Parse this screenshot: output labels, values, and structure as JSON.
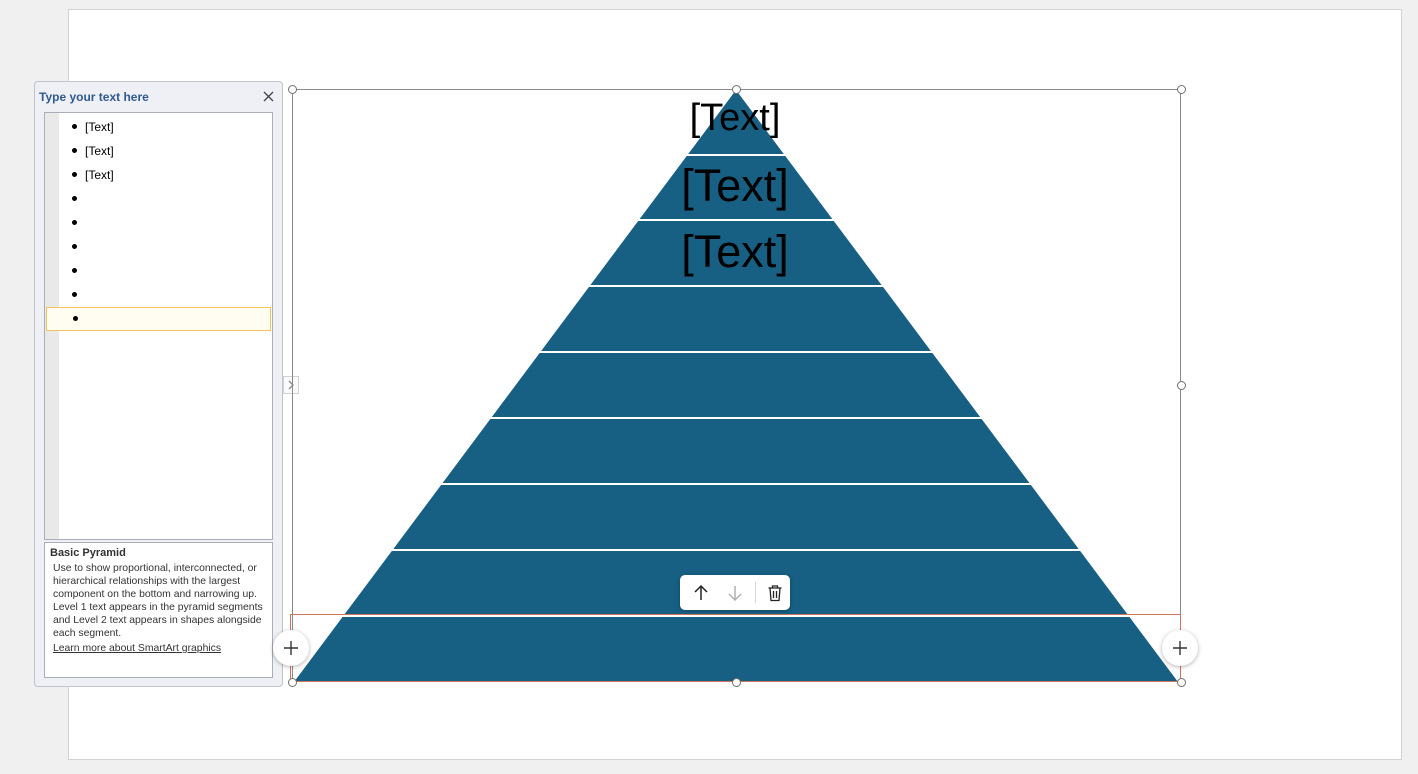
{
  "text_pane": {
    "title": "Type your text here",
    "items": [
      {
        "text": "[Text]"
      },
      {
        "text": "[Text]"
      },
      {
        "text": "[Text]"
      },
      {
        "text": ""
      },
      {
        "text": ""
      },
      {
        "text": ""
      },
      {
        "text": ""
      },
      {
        "text": ""
      },
      {
        "text": ""
      }
    ],
    "description": {
      "title": "Basic Pyramid",
      "body": "Use to show proportional, interconnected, or hierarchical relationships with the largest component on the bottom and narrowing up. Level 1 text appears in the pyramid segments and Level 2 text appears in shapes alongside each segment.",
      "link": "Learn more about SmartArt graphics"
    }
  },
  "pyramid": {
    "fill_color": "#176083",
    "segment_count": 9,
    "segments": [
      "[Text]",
      "[Text]",
      "[Text]"
    ]
  },
  "icons": {
    "close": "close-icon",
    "collapse": "chevron-right-icon",
    "add": "plus-icon",
    "move_up": "arrow-up-icon",
    "move_down": "arrow-down-icon",
    "delete": "trash-icon"
  }
}
